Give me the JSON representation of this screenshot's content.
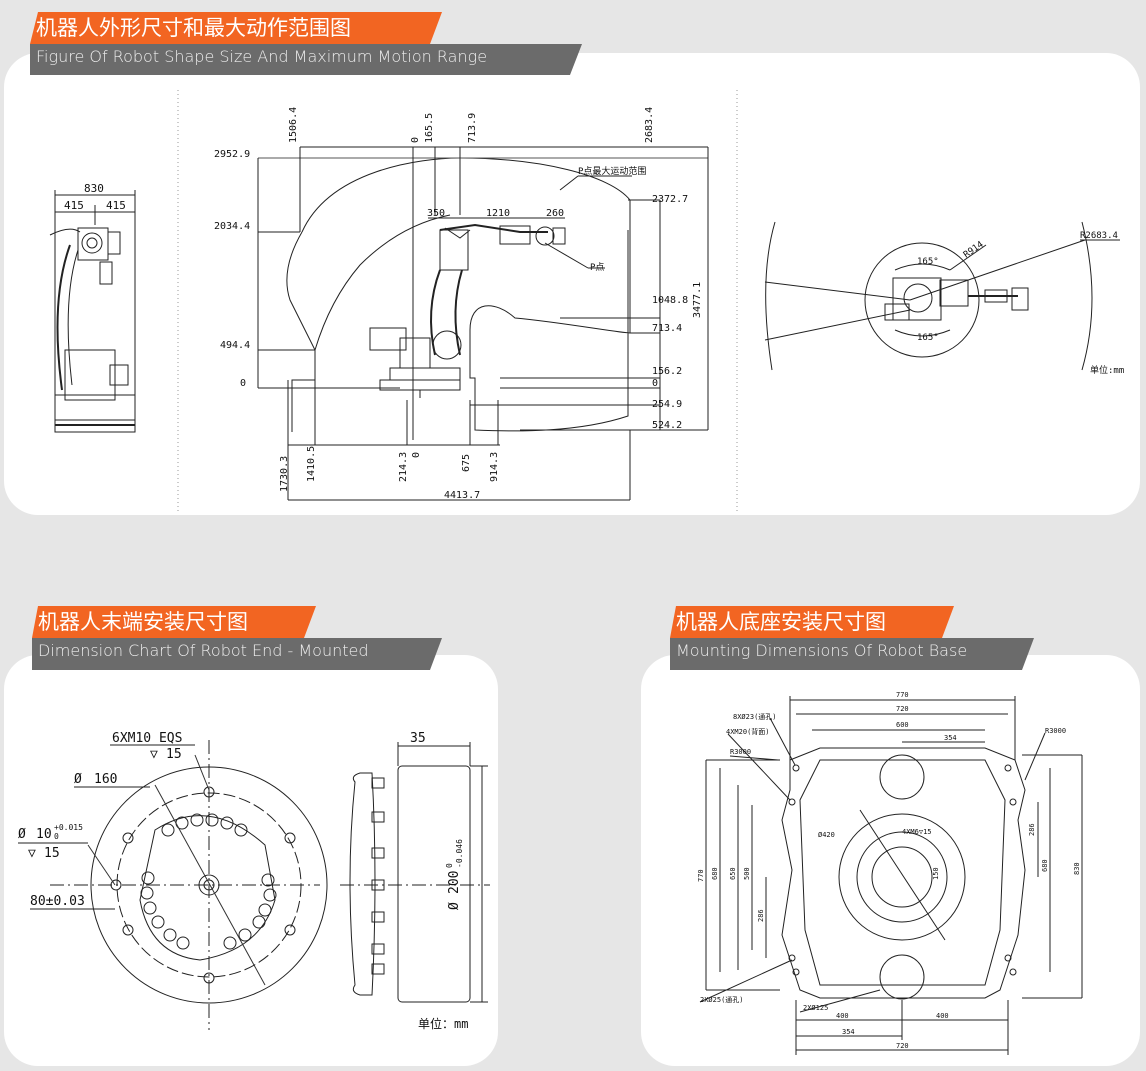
{
  "sections": {
    "shape": {
      "title_cn": "机器人外形尺寸和最大动作范围图",
      "title_en": "Figure Of Robot Shape Size And Maximum Motion Range",
      "side_view": {
        "width_total": "830",
        "half_left": "415",
        "half_right": "415"
      },
      "range_view": {
        "top_labels": [
          "1506.4",
          "0",
          "165.5",
          "713.9",
          "2683.4"
        ],
        "left_labels": [
          "2952.9",
          "2034.4",
          "494.4",
          "0"
        ],
        "right_labels": [
          "2372.7",
          "1048.8",
          "713.4",
          "156.2",
          "0",
          "254.9",
          "524.2"
        ],
        "height_total": "3477.1",
        "arm_labels": [
          "350",
          "1210",
          "260"
        ],
        "bottom_labels": [
          "1730.3",
          "1410.5",
          "214.3",
          "0",
          "675",
          "914.3"
        ],
        "width_total": "4413.7",
        "p_range_label": "P点最大运动范围",
        "p_point_label": "P点"
      },
      "top_view": {
        "radius_outer": "R2683.4",
        "radius_inner": "R914",
        "angle_top": "165°",
        "angle_bottom": "165°",
        "unit": "单位:mm"
      }
    },
    "end": {
      "title_cn": "机器人末端安装尺寸图",
      "title_en": "Dimension Chart Of Robot End - Mounted",
      "labels": {
        "bolts": "6XM10 EQS",
        "bolt_depth": "15",
        "dia160": "160",
        "pin": "10",
        "pin_tol_top": "+0.015",
        "pin_tol_bot": "0",
        "pin_depth": "15",
        "offset": "80±0.03",
        "thickness": "35",
        "dia200": "200",
        "dia200_tol_top": "0",
        "dia200_tol_bot": "-0.046",
        "unit": "单位：mm"
      }
    },
    "base": {
      "title_cn": "机器人底座安装尺寸图",
      "title_en": "Mounting Dimensions Of Robot Base",
      "labels": {
        "top_dims": [
          "770",
          "720",
          "600",
          "354"
        ],
        "holes1": "8XØ23(通孔)",
        "holes2": "4XM20(背面)",
        "r_left": "R3000",
        "r_right": "R3000",
        "dia420": "Ø420",
        "m6": "4XM6▽15",
        "right_dims": [
          "286",
          "680",
          "830"
        ],
        "left_dims": [
          "770",
          "680",
          "650",
          "500",
          "286"
        ],
        "center_dim": "150",
        "holes3": "2XØ25(通孔)",
        "dia125": "2XØ125",
        "bottom_dims": [
          "400",
          "400",
          "354",
          "720"
        ]
      }
    }
  }
}
